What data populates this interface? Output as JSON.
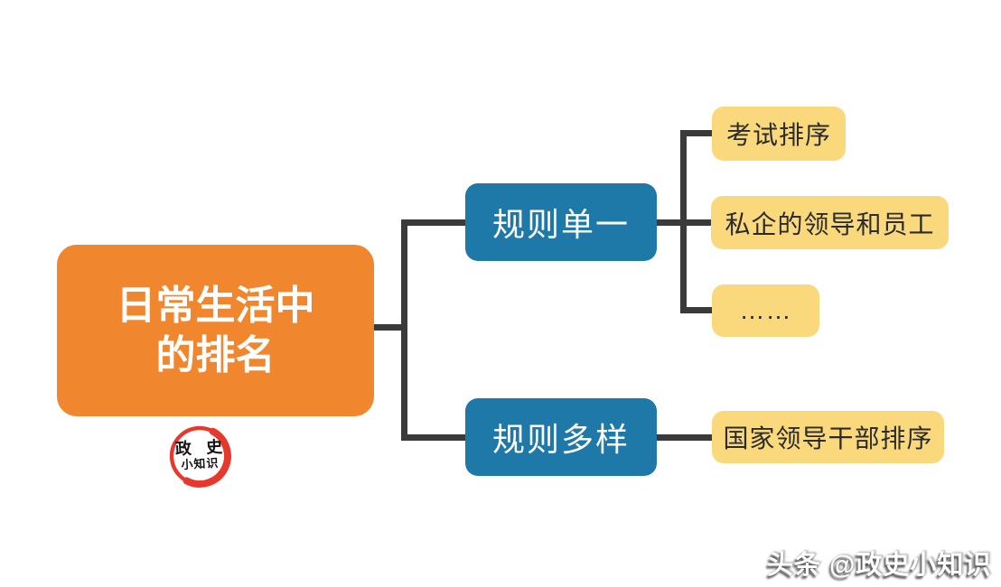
{
  "mindmap": {
    "root": {
      "line1": "日常生活中",
      "line2": "的排名"
    },
    "branches": [
      {
        "label": "规则单一",
        "children": [
          {
            "label": "考试排序"
          },
          {
            "label": "私企的领导和员工"
          },
          {
            "label": "……"
          }
        ]
      },
      {
        "label": "规则多样",
        "children": [
          {
            "label": "国家领导干部排序"
          }
        ]
      }
    ]
  },
  "logo": {
    "line1": "政 史",
    "line2": "小知识"
  },
  "watermark": {
    "text": "头条 @政史小知识"
  },
  "colors": {
    "root_bg": "#F0862D",
    "branch_bg": "#1E78A8",
    "leaf_bg": "#FAD97D",
    "connector": "#3A3A3C",
    "logo_ring_red": "#E6382B",
    "root_text": "#FFFFFF",
    "leaf_text": "#2B2B2B"
  }
}
